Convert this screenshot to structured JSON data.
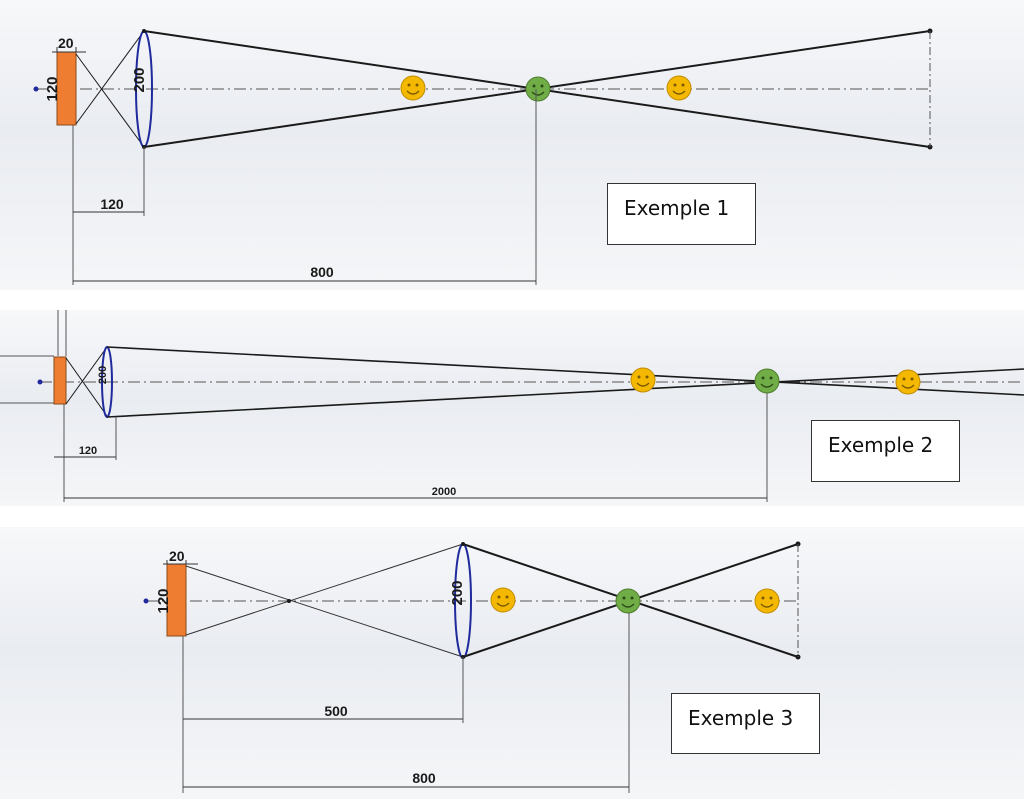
{
  "panels": [
    {
      "dimensions": {
        "source_width": "20",
        "source_height": "120",
        "lens_height": "200",
        "source_to_lens": "120",
        "source_to_focus": "800"
      },
      "label": "Exemple 1"
    },
    {
      "dimensions": {
        "lens_height": "200",
        "source_to_lens": "120",
        "source_to_focus": "2000"
      },
      "label": "Exemple 2"
    },
    {
      "dimensions": {
        "source_width": "20",
        "source_height": "120",
        "lens_height": "200",
        "source_to_lens": "500",
        "source_to_focus": "800"
      },
      "label": "Exemple 3"
    }
  ],
  "colors": {
    "source": "#ee7d31",
    "lens": "#1f2a9c",
    "smiley_yellow": "#f5b800",
    "smiley_green": "#70ad47",
    "ray": "#1a1a1a"
  },
  "icons": [
    "smiley-yellow-icon",
    "smiley-green-icon"
  ]
}
